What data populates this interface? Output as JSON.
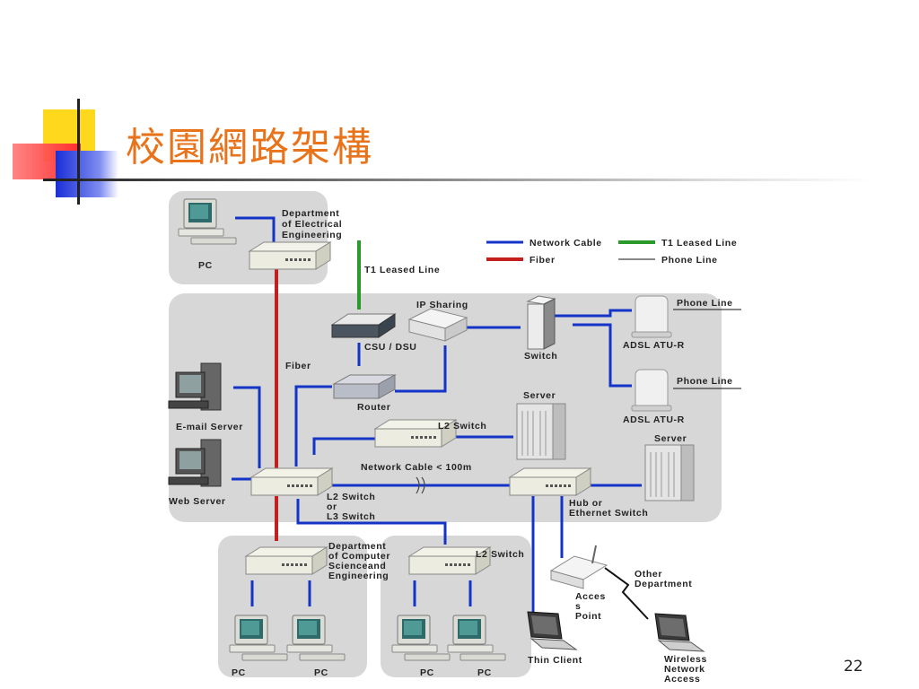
{
  "slide": {
    "title": "校園網路架構",
    "page_number": "22"
  },
  "colors": {
    "network_cable": "#1433c7",
    "fiber": "#c41f1f",
    "t1_leased_line": "#2a9a2a",
    "phone_line": "#111111",
    "title": "#e8731b",
    "panel": "#d7d7d7"
  },
  "legend": {
    "network_cable": "Network Cable",
    "t1_leased_line": "T1 Leased Line",
    "fiber": "Fiber",
    "phone_line": "Phone Line"
  },
  "labels": {
    "dept_ee_1": "Department",
    "dept_ee_2": "of Electrical",
    "dept_ee_3": "Engineering",
    "pc_top": "PC",
    "t1_line": "T1 Leased Line",
    "ip_sharing": "IP Sharing",
    "csu_dsu": "CSU / DSU",
    "fiber": "Fiber",
    "router": "Router",
    "switch": "Switch",
    "adsl_1": "ADSL ATU-R",
    "adsl_2": "ADSL ATU-R",
    "phone_line_1": "Phone Line",
    "phone_line_2": "Phone Line",
    "server_1": "Server",
    "server_2": "Server",
    "email_server": "E-mail Server",
    "web_server": "Web Server",
    "l2_switch_mid": "L2 Switch",
    "network_cable_note": "Network Cable < 100m",
    "core_1": "L2 Switch",
    "core_2": "or",
    "core_3": "L3 Switch",
    "hub_1": "Hub or",
    "hub_2": "Ethernet Switch",
    "dept_cs_1": "Department",
    "dept_cs_2": "of Computer",
    "dept_cs_3": "Scienceand",
    "dept_cs_4": "Engineering",
    "l2_switch_bottom": "L2 Switch",
    "pc_b1": "PC",
    "pc_b2": "PC",
    "pc_b3": "PC",
    "pc_b4": "PC",
    "access_1": "Acces",
    "access_2": "s",
    "access_3": "Point",
    "other_dept_1": "Other",
    "other_dept_2": "Department",
    "thin_client": "Thin Client",
    "wireless_1": "Wireless",
    "wireless_2": "Network",
    "wireless_3": "Access"
  }
}
